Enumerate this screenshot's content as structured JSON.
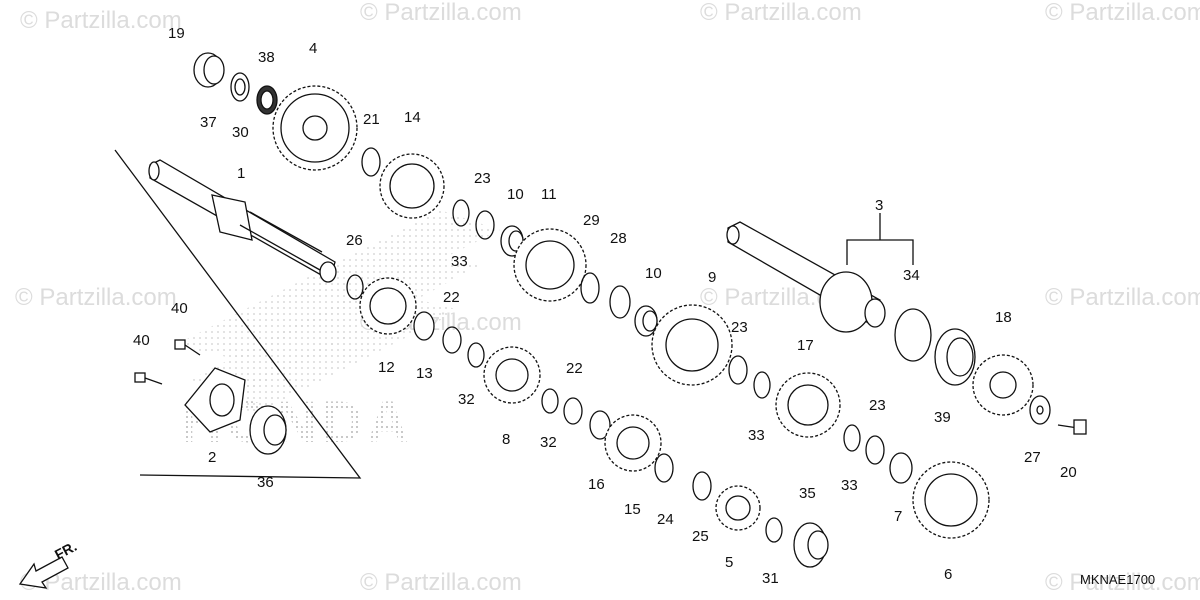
{
  "watermark": {
    "text": "© Partzilla.com"
  },
  "diagram_code": "MKNAE1700",
  "direction_label": "FR.",
  "logo_text": "HONDA",
  "callouts": [
    {
      "id": "19",
      "text": "19"
    },
    {
      "id": "37",
      "text": "37"
    },
    {
      "id": "30",
      "text": "30"
    },
    {
      "id": "38",
      "text": "38"
    },
    {
      "id": "4",
      "text": "4"
    },
    {
      "id": "21",
      "text": "21"
    },
    {
      "id": "14",
      "text": "14"
    },
    {
      "id": "1",
      "text": "1"
    },
    {
      "id": "23a",
      "text": "23"
    },
    {
      "id": "10a",
      "text": "10"
    },
    {
      "id": "11",
      "text": "11"
    },
    {
      "id": "33a",
      "text": "33"
    },
    {
      "id": "26",
      "text": "26"
    },
    {
      "id": "29",
      "text": "29"
    },
    {
      "id": "28",
      "text": "28"
    },
    {
      "id": "10b",
      "text": "10"
    },
    {
      "id": "9",
      "text": "9"
    },
    {
      "id": "3",
      "text": "3"
    },
    {
      "id": "34",
      "text": "34"
    },
    {
      "id": "18",
      "text": "18"
    },
    {
      "id": "40a",
      "text": "40"
    },
    {
      "id": "40b",
      "text": "40"
    },
    {
      "id": "22a",
      "text": "22"
    },
    {
      "id": "12",
      "text": "12"
    },
    {
      "id": "13",
      "text": "13"
    },
    {
      "id": "32a",
      "text": "32"
    },
    {
      "id": "22b",
      "text": "22"
    },
    {
      "id": "23b",
      "text": "23"
    },
    {
      "id": "17",
      "text": "17"
    },
    {
      "id": "39",
      "text": "39"
    },
    {
      "id": "2",
      "text": "2"
    },
    {
      "id": "36",
      "text": "36"
    },
    {
      "id": "8",
      "text": "8"
    },
    {
      "id": "32b",
      "text": "32"
    },
    {
      "id": "16",
      "text": "16"
    },
    {
      "id": "33b",
      "text": "33"
    },
    {
      "id": "23c",
      "text": "23"
    },
    {
      "id": "27",
      "text": "27"
    },
    {
      "id": "20",
      "text": "20"
    },
    {
      "id": "33c",
      "text": "33"
    },
    {
      "id": "15",
      "text": "15"
    },
    {
      "id": "24",
      "text": "24"
    },
    {
      "id": "25",
      "text": "25"
    },
    {
      "id": "7",
      "text": "7"
    },
    {
      "id": "35",
      "text": "35"
    },
    {
      "id": "5",
      "text": "5"
    },
    {
      "id": "31",
      "text": "31"
    },
    {
      "id": "6",
      "text": "6"
    }
  ]
}
